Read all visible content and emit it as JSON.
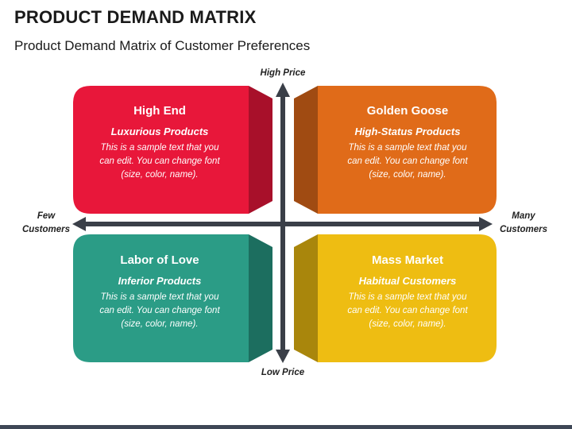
{
  "header": {
    "title": "PRODUCT DEMAND MATRIX",
    "subtitle": "Product Demand Matrix of Customer Preferences"
  },
  "axes": {
    "top": "High Price",
    "bottom": "Low Price",
    "left_line1": "Few",
    "left_line2": "Customers",
    "right_line1": "Many",
    "right_line2": "Customers"
  },
  "quadrants": [
    {
      "title": "High End",
      "subtitle": "Luxurious Products",
      "body": "This is a sample text that you can edit. You can change font (size, color, name).",
      "color": "#e8173a",
      "side_color": "#a8102a"
    },
    {
      "title": "Golden Goose",
      "subtitle": "High-Status Products",
      "body": "This is a sample text that you can edit. You can change font (size, color, name).",
      "color": "#e06b19",
      "side_color": "#a04b12"
    },
    {
      "title": "Labor of Love",
      "subtitle": "Inferior Products",
      "body": "This is a sample text that you can edit. You can change font (size, color, name).",
      "color": "#2b9c86",
      "side_color": "#1c6e5f"
    },
    {
      "title": "Mass Market",
      "subtitle": "Habitual Customers",
      "body": "This is a sample text that you can edit. You can change font (size, color, name).",
      "color": "#eebd12",
      "side_color": "#a9860c"
    }
  ],
  "colors": {
    "axis": "#3a3f48",
    "bottom_bar": "#3e4756"
  }
}
